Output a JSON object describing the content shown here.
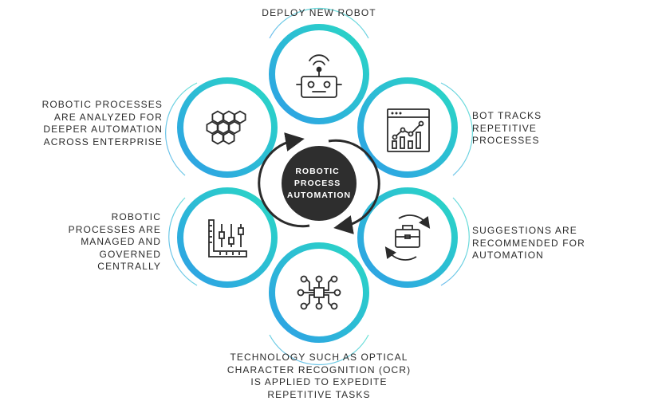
{
  "center": {
    "lines": [
      "ROBOTIC",
      "PROCESS",
      "AUTOMATION"
    ]
  },
  "steps": [
    {
      "icon": "robot-icon",
      "lines": [
        "DEPLOY NEW ROBOT"
      ]
    },
    {
      "icon": "analytics-chart-icon",
      "lines": [
        "BOT TRACKS",
        "REPETITIVE",
        "PROCESSES"
      ]
    },
    {
      "icon": "briefcase-cycle-icon",
      "lines": [
        "SUGGESTIONS ARE",
        "RECOMMENDED FOR",
        "AUTOMATION"
      ]
    },
    {
      "icon": "circuit-network-icon",
      "lines": [
        "TECHNOLOGY SUCH AS OPTICAL",
        "CHARACTER RECOGNITION (OCR)",
        "IS APPLIED TO EXPEDITE",
        "REPETITIVE TASKS"
      ]
    },
    {
      "icon": "control-sliders-icon",
      "lines": [
        "ROBOTIC",
        "PROCESSES ARE",
        "MANAGED AND",
        "GOVERNED",
        "CENTRALLY"
      ]
    },
    {
      "icon": "hexagon-cluster-icon",
      "lines": [
        "ROBOTIC PROCESSES",
        "ARE ANALYZED FOR",
        "DEEPER AUTOMATION",
        "ACROSS ENTERPRISE"
      ]
    }
  ],
  "colors": {
    "ring_start": "#2bb3e8",
    "ring_end": "#27d6c3",
    "center_fill": "#2e2e2e",
    "icon_stroke": "#2b2b2b",
    "label_text": "#2b2b2b"
  }
}
